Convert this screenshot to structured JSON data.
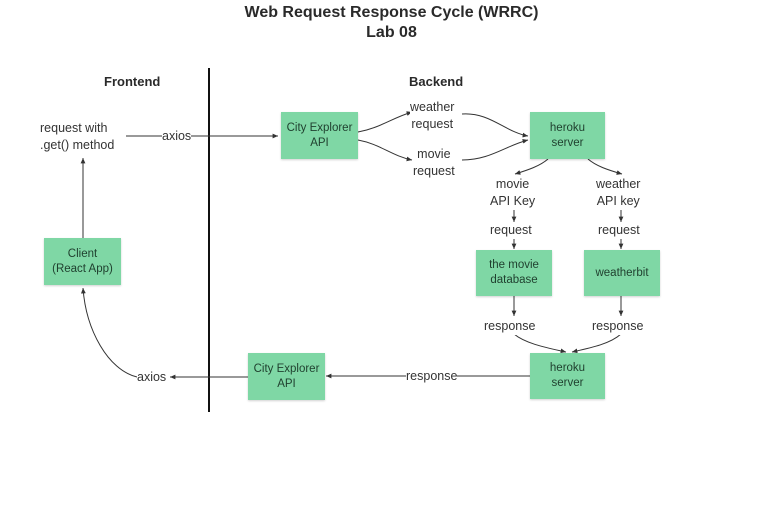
{
  "title": "Web Request Response Cycle (WRRC)",
  "subtitle": "Lab 08",
  "sections": {
    "frontend": "Frontend",
    "backend": "Backend"
  },
  "nodes": {
    "client": "Client\n(React App)",
    "city_explorer_top": "City Explorer\nAPI",
    "heroku_top": "heroku\nserver",
    "movie_db": "the movie\ndatabase",
    "weatherbit": "weatherbit",
    "heroku_bottom": "heroku\nserver",
    "city_explorer_bottom": "City Explorer\nAPI"
  },
  "labels": {
    "request_get": "request with\n.get() method",
    "axios_top": "axios",
    "weather_request": "weather\nrequest",
    "movie_request": "movie\nrequest",
    "movie_api_key": "movie\nAPI Key",
    "weather_api_key": "weather\nAPI key",
    "request_movie": "request",
    "request_weather": "request",
    "response_movie": "response",
    "response_weather": "response",
    "response_bottom": "response",
    "axios_bottom": "axios"
  },
  "colors": {
    "node_fill": "#7fd7a5",
    "edge": "#333333",
    "divider": "#111111"
  }
}
